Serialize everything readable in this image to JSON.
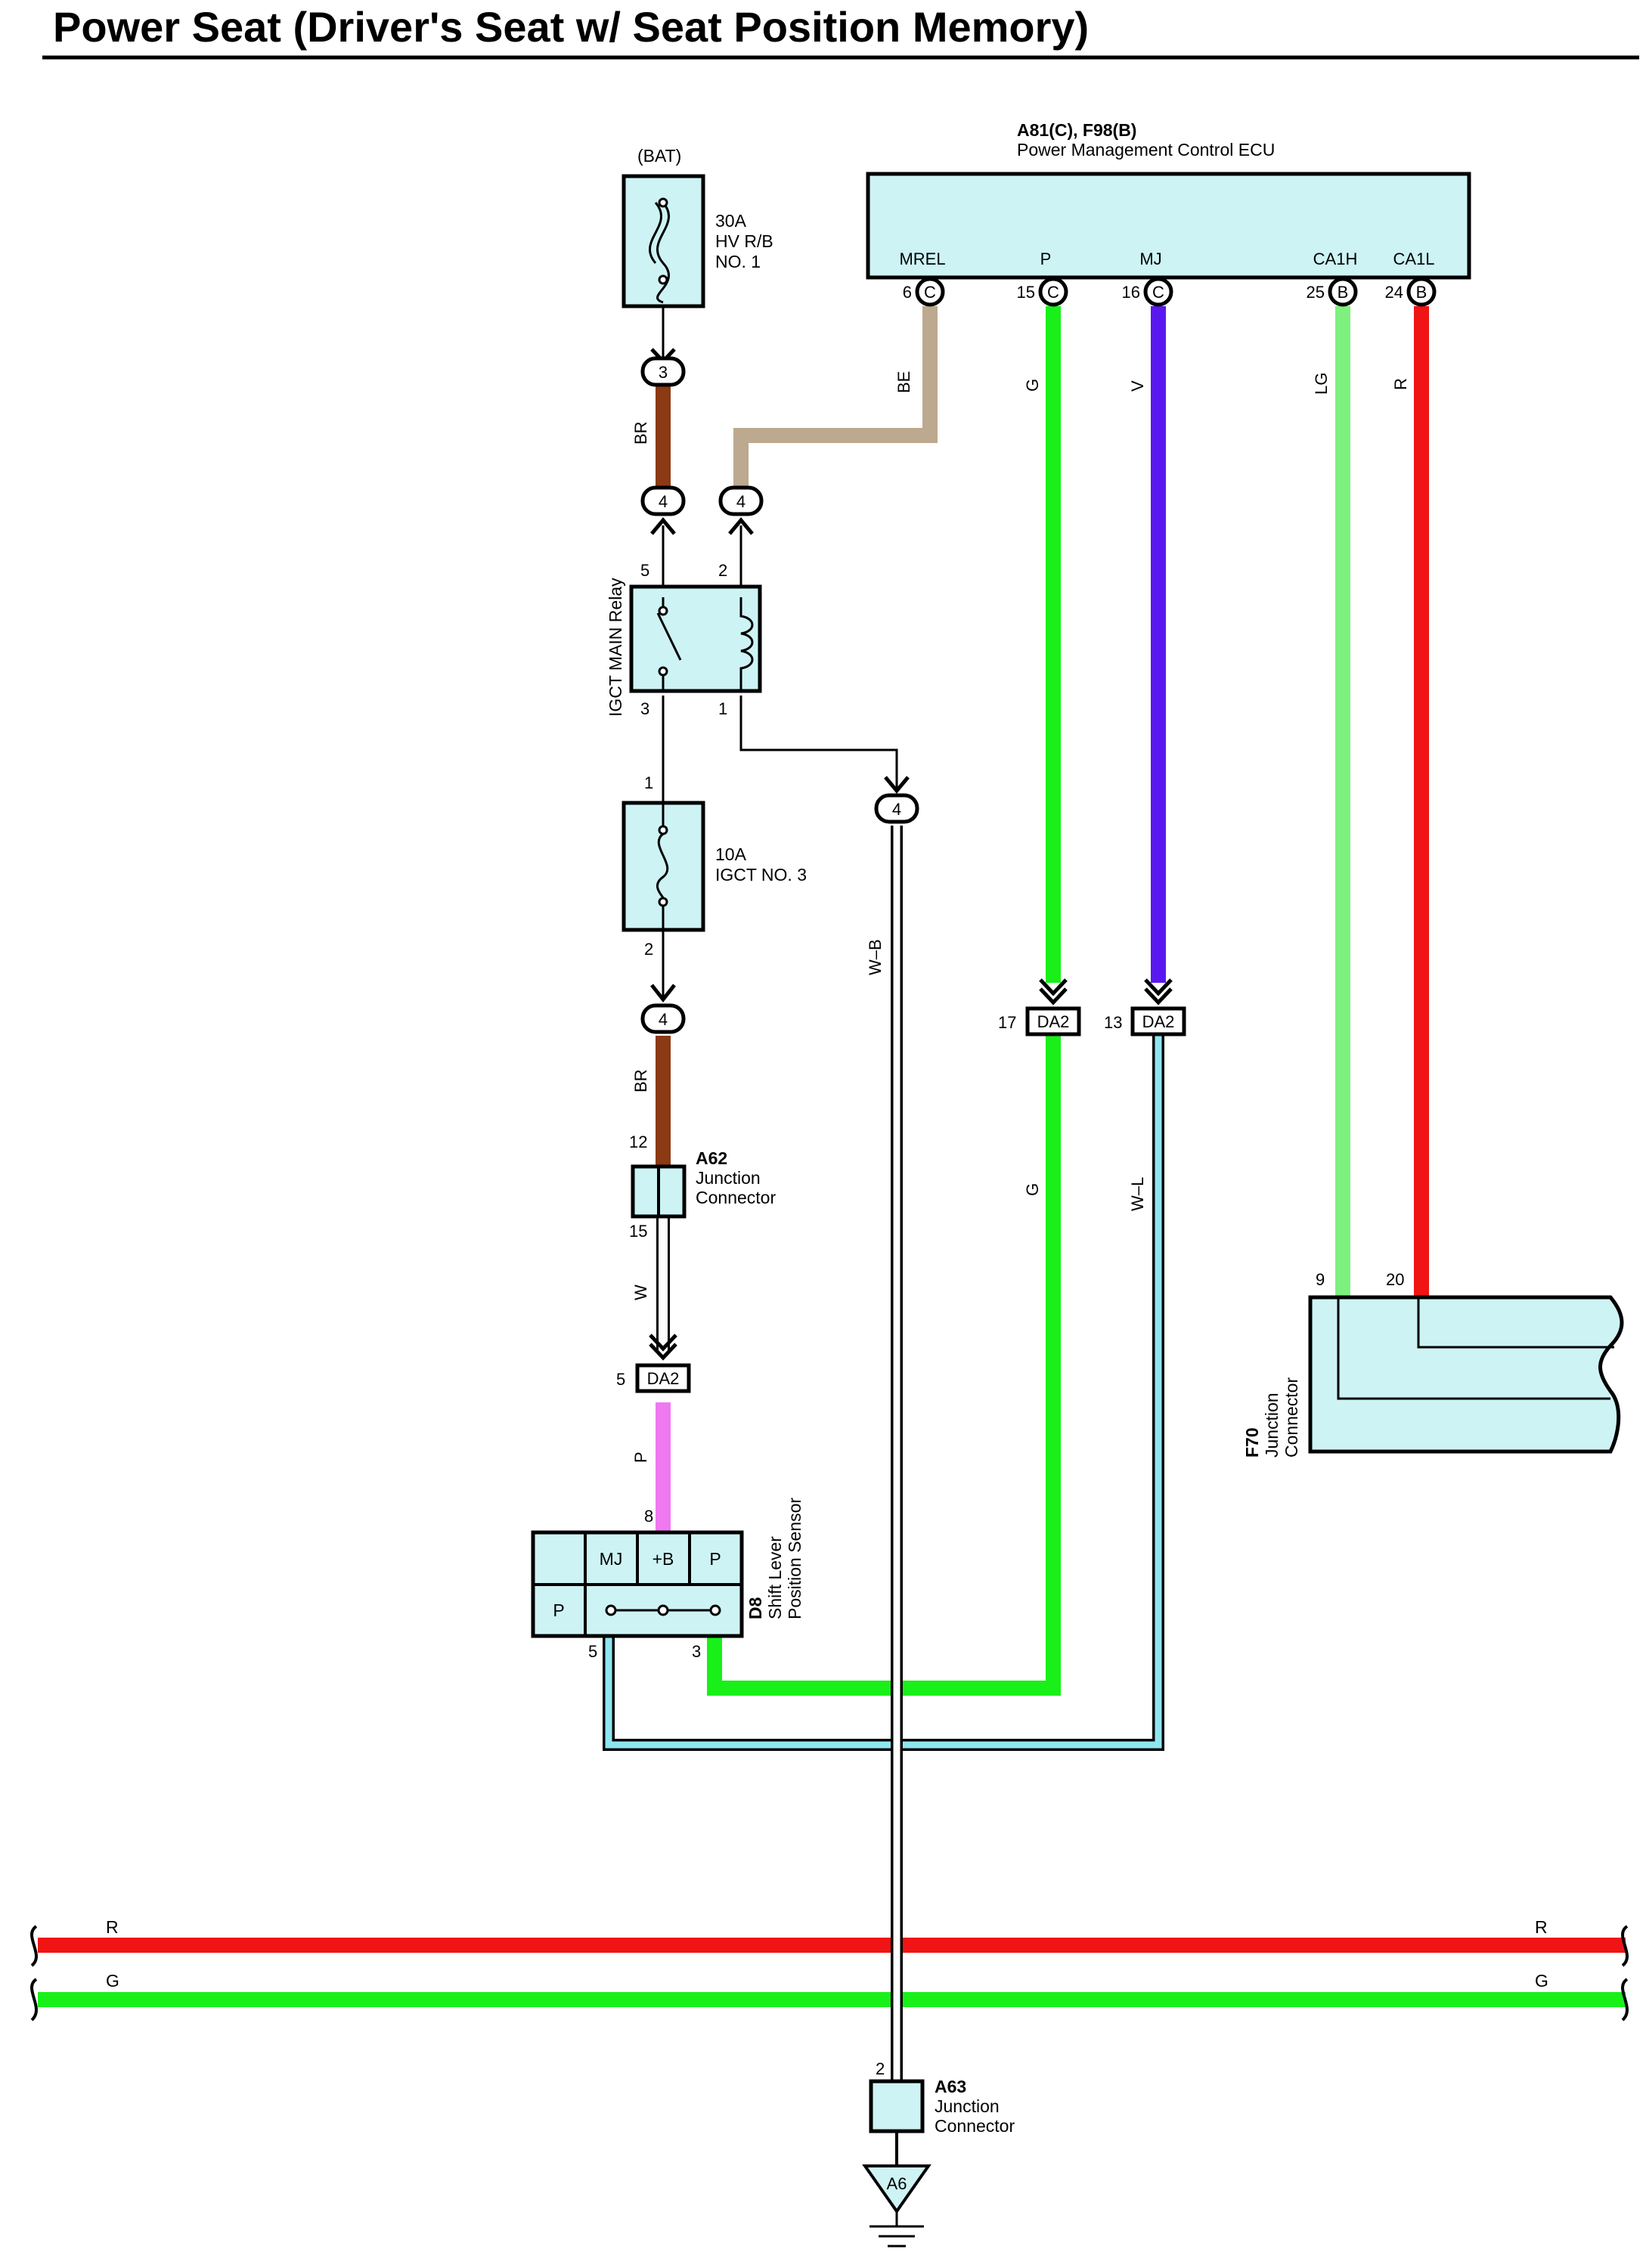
{
  "title": "Power Seat (Driver's Seat w/ Seat Position Memory)",
  "colors": {
    "box_fill": "#cdf3f5",
    "BR": "#8b3a14",
    "BE": "#bca98f",
    "G": "#19f019",
    "V": "#5a18f0",
    "LG": "#7df07d",
    "R": "#f01414",
    "P": "#f078f0",
    "W": "#ffffff",
    "W_L": "#8fe6f0"
  },
  "ecu": {
    "code": "A81(C), F98(B)",
    "name": "Power Management Control ECU",
    "terminals": [
      {
        "label": "MREL",
        "pin": "6",
        "conn": "C"
      },
      {
        "label": "P",
        "pin": "15",
        "conn": "C"
      },
      {
        "label": "MJ",
        "pin": "16",
        "conn": "C"
      },
      {
        "label": "CA1H",
        "pin": "25",
        "conn": "B"
      },
      {
        "label": "CA1L",
        "pin": "24",
        "conn": "B"
      }
    ]
  },
  "bat": {
    "label": "(BAT)"
  },
  "fuse1": {
    "line1": "30A",
    "line2": "HV R/B",
    "line3": "NO. 1"
  },
  "fuse2": {
    "line1": "10A",
    "line2": "IGCT NO. 3",
    "pin_top": "1",
    "pin_bottom": "2"
  },
  "relay": {
    "name": "IGCT MAIN Relay",
    "pin_5": "5",
    "pin_2": "2",
    "pin_3": "3",
    "pin_1": "1"
  },
  "junctions": {
    "j3": "3",
    "j4a": "4",
    "j4b": "4",
    "j4c": "4",
    "j4d": "4"
  },
  "wire_labels": {
    "br1": "BR",
    "be": "BE",
    "g1": "G",
    "v": "V",
    "lg": "LG",
    "r": "R",
    "wb": "W–B",
    "br2": "BR",
    "w": "W",
    "p": "P",
    "g2": "G",
    "wl": "W–L"
  },
  "da2": {
    "label": "DA2",
    "pin_17": "17",
    "pin_13": "13",
    "pin_5": "5"
  },
  "a62": {
    "code": "A62",
    "line1": "Junction",
    "line2": "Connector",
    "pin_top": "12",
    "pin_bottom": "15"
  },
  "f70": {
    "code": "F70",
    "line1": "Junction",
    "line2": "Connector",
    "pin_9": "9",
    "pin_20": "20"
  },
  "d8": {
    "code": "D8",
    "line1": "Shift Lever",
    "line2": "Position Sensor",
    "t_mj": "MJ",
    "t_b": "+B",
    "t_p": "P",
    "pos": "P",
    "pin_8": "8",
    "pin_5": "5",
    "pin_3": "3"
  },
  "bus": {
    "r_left": "R",
    "r_right": "R",
    "g_left": "G",
    "g_right": "G"
  },
  "a63": {
    "code": "A63",
    "line1": "Junction",
    "line2": "Connector",
    "pin": "2",
    "ground": "A6"
  }
}
